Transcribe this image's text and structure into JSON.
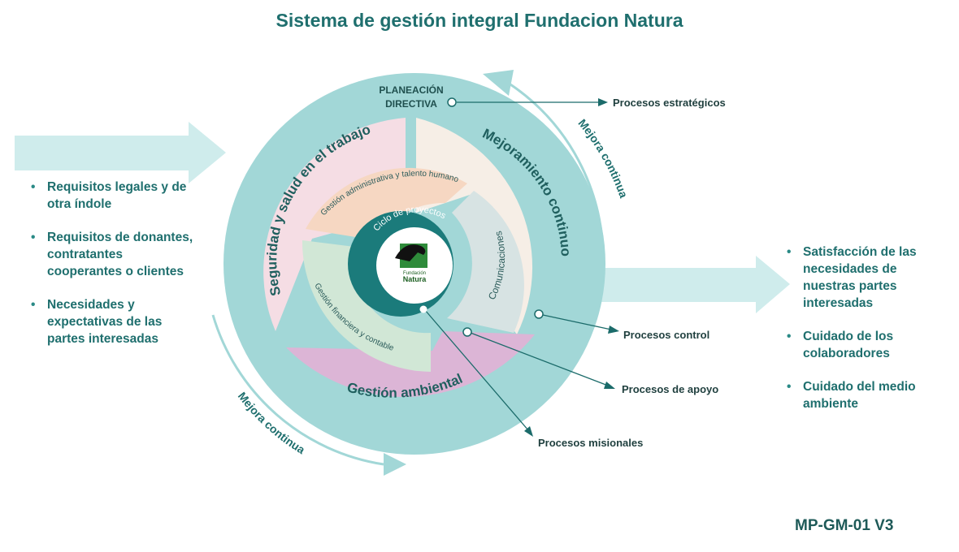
{
  "title": "Sistema de gestión integral Fundacion Natura",
  "code": "MP-GM-01 V3",
  "colors": {
    "teal_dark": "#1b7b7b",
    "teal_light": "#a2d7d7",
    "arrow_light": "#cfecec",
    "pink": "#f5dde4",
    "cream": "#f6eee6",
    "peach": "#f6d7c2",
    "grey": "#d7e3e3",
    "green": "#d1e7d6",
    "mauve": "#dcb5d6",
    "text": "#1f6f6e"
  },
  "inputs": [
    "Requisitos legales y de otra índole",
    "Requisitos de donantes, contratantes cooperantes o clientes",
    "Necesidades y expectativas de las partes interesadas"
  ],
  "outputs": [
    "Satisfacción de las necesidades de nuestras partes interesadas",
    "Cuidado de los colaboradores",
    "Cuidado del medio ambiente"
  ],
  "planeacion": [
    "PLANEACIÓN",
    "DIRECTIVA"
  ],
  "rings": {
    "seguridad": "Seguridad y salud en el trabajo",
    "mejoramiento": "Mejoramiento continuo",
    "ambiental": "Gestión ambiental",
    "administrativa": "Gestión administrativa  y  talento humano",
    "comunicaciones": "Comunicaciones",
    "financiera": "Gestión financiera y contable",
    "ciclo": "Ciclo de proyectos"
  },
  "mejora": [
    "Mejora continua",
    "Mejora continua"
  ],
  "processes": {
    "estrategicos": "Procesos estratégicos",
    "control": "Procesos control",
    "apoyo": "Procesos de apoyo",
    "misionales": "Procesos misionales"
  },
  "logo": {
    "line1": "Fundación",
    "line2": "Natura"
  }
}
